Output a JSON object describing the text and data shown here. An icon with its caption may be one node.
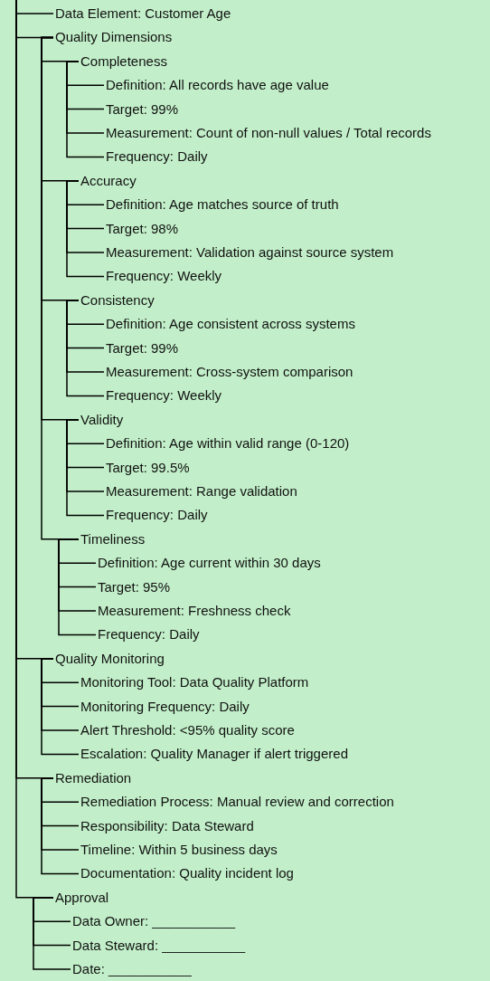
{
  "diagram": {
    "nodes": [
      {
        "text": [
          "Data Element: Customer Age"
        ]
      },
      {
        "text": [
          "Quality Dimensions"
        ]
      },
      {
        "text": [
          "Completeness"
        ]
      },
      {
        "text": [
          "Definition: All records have age value"
        ]
      },
      {
        "text": [
          "Target: 99%"
        ]
      },
      {
        "text": [
          "Measurement: Count of non-null values / Total records"
        ]
      },
      {
        "text": [
          "Frequency: Daily"
        ]
      },
      {
        "text": [
          "Accuracy"
        ]
      },
      {
        "text": [
          "Definition: Age matches source of truth"
        ]
      },
      {
        "text": [
          "Target: 98%"
        ]
      },
      {
        "text": [
          "Measurement: Validation against source system"
        ]
      },
      {
        "text": [
          "Frequency: Weekly"
        ]
      },
      {
        "text": [
          "Consistency"
        ]
      },
      {
        "text": [
          "Definition: Age consistent across systems"
        ]
      },
      {
        "text": [
          "Target: 99%"
        ]
      },
      {
        "text": [
          "Measurement: Cross-system comparison"
        ]
      },
      {
        "text": [
          "Frequency: Weekly"
        ]
      },
      {
        "text": [
          "Validity"
        ]
      },
      {
        "text": [
          "Definition: Age within valid range (0-120)"
        ]
      },
      {
        "text": [
          "Target: 99.5%"
        ]
      },
      {
        "text": [
          "Measurement: Range validation"
        ]
      },
      {
        "text": [
          "Frequency: Daily"
        ]
      },
      {
        "text": [
          "Timeliness"
        ]
      },
      {
        "text": [
          "Definition: Age current within 30 days"
        ]
      },
      {
        "text": [
          "Target: 95%"
        ]
      },
      {
        "text": [
          "Measurement: Freshness check"
        ]
      },
      {
        "text": [
          "Frequency: Daily"
        ]
      },
      {
        "text": [
          "Quality Monitoring"
        ]
      },
      {
        "text": [
          "Monitoring Tool: Data Quality Platform"
        ]
      },
      {
        "text": [
          "Monitoring Frequency: Daily"
        ]
      },
      {
        "text": [
          "Alert Threshold: <95% quality score"
        ]
      },
      {
        "text": [
          "Escalation: Quality Manager if alert triggered"
        ]
      },
      {
        "text": [
          "Remediation"
        ]
      },
      {
        "text": [
          "Remediation Process: Manual review and correction"
        ]
      },
      {
        "text": [
          "Responsibility: Data Steward"
        ]
      },
      {
        "text": [
          "Timeline: Within 5 business days"
        ]
      },
      {
        "text": [
          "Documentation: Quality incident log"
        ]
      },
      {
        "text": [
          "Approval"
        ]
      },
      {
        "text": [
          "Data Owner: ___________"
        ]
      },
      {
        "text": [
          "Data Steward: ___________"
        ]
      },
      {
        "text": [
          "Date: ___________"
        ]
      }
    ],
    "edges": [
      {
        "from": null,
        "to": 0,
        "arrow": "none"
      },
      {
        "from": null,
        "to": 1,
        "arrow": "none"
      },
      {
        "from": 1,
        "to": 2,
        "arrow": "none"
      },
      {
        "from": 2,
        "to": 3,
        "arrow": "none"
      },
      {
        "from": 2,
        "to": 4,
        "arrow": "none"
      },
      {
        "from": 2,
        "to": 5,
        "arrow": "none"
      },
      {
        "from": 2,
        "to": 6,
        "arrow": "none"
      },
      {
        "from": 1,
        "to": 7,
        "arrow": "none"
      },
      {
        "from": 7,
        "to": 8,
        "arrow": "none"
      },
      {
        "from": 7,
        "to": 9,
        "arrow": "none"
      },
      {
        "from": 7,
        "to": 10,
        "arrow": "none"
      },
      {
        "from": 7,
        "to": 11,
        "arrow": "none"
      },
      {
        "from": 1,
        "to": 12,
        "arrow": "none"
      },
      {
        "from": 12,
        "to": 13,
        "arrow": "none"
      },
      {
        "from": 12,
        "to": 14,
        "arrow": "none"
      },
      {
        "from": 12,
        "to": 15,
        "arrow": "none"
      },
      {
        "from": 12,
        "to": 16,
        "arrow": "none"
      },
      {
        "from": 1,
        "to": 17,
        "arrow": "none"
      },
      {
        "from": 17,
        "to": 18,
        "arrow": "none"
      },
      {
        "from": 17,
        "to": 19,
        "arrow": "none"
      },
      {
        "from": 17,
        "to": 20,
        "arrow": "none"
      },
      {
        "from": 17,
        "to": 21,
        "arrow": "none"
      },
      {
        "from": 1,
        "to": 22,
        "arrow": "none"
      },
      {
        "from": 22,
        "to": 23,
        "arrow": "none"
      },
      {
        "from": 22,
        "to": 24,
        "arrow": "none"
      },
      {
        "from": 22,
        "to": 25,
        "arrow": "none"
      },
      {
        "from": 22,
        "to": 26,
        "arrow": "none"
      },
      {
        "from": null,
        "to": 27,
        "arrow": "none"
      },
      {
        "from": 27,
        "to": 28,
        "arrow": "none"
      },
      {
        "from": 27,
        "to": 29,
        "arrow": "none"
      },
      {
        "from": 27,
        "to": 30,
        "arrow": "none"
      },
      {
        "from": 27,
        "to": 31,
        "arrow": "none"
      },
      {
        "from": null,
        "to": 32,
        "arrow": "none"
      },
      {
        "from": 32,
        "to": 33,
        "arrow": "none"
      },
      {
        "from": 32,
        "to": 34,
        "arrow": "none"
      },
      {
        "from": 32,
        "to": 35,
        "arrow": "none"
      },
      {
        "from": 32,
        "to": 36,
        "arrow": "none"
      },
      {
        "from": null,
        "to": 37,
        "arrow": "none"
      },
      {
        "from": 37,
        "to": 38,
        "arrow": "none"
      },
      {
        "from": 37,
        "to": 39,
        "arrow": "none"
      },
      {
        "from": 37,
        "to": 40,
        "arrow": "none"
      }
    ]
  }
}
